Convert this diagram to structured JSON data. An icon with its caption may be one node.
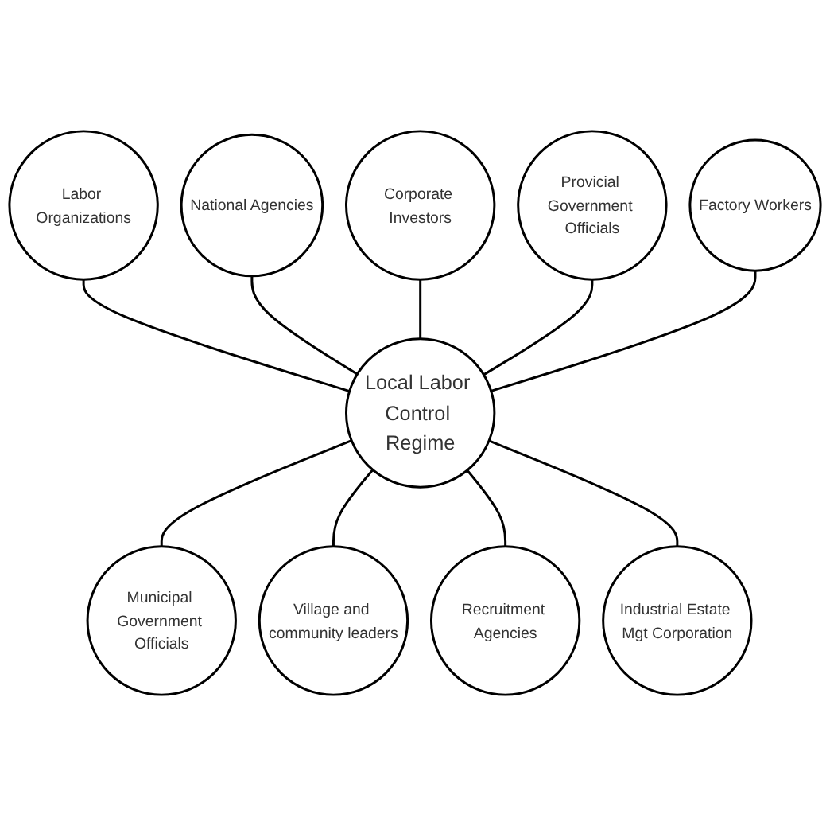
{
  "diagram": {
    "nodes": [
      {
        "text": [
          "Local Labor Control Regime"
        ]
      },
      {
        "text": [
          "National Agencies"
        ]
      },
      {
        "text": [
          "Corporate Investors"
        ]
      },
      {
        "text": [
          "Factory Workers"
        ]
      },
      {
        "text": [
          "Industrial Estate Mgt Corporation"
        ]
      },
      {
        "text": [
          "Recruitment Agencies"
        ]
      },
      {
        "text": [
          "Village and community leaders"
        ]
      },
      {
        "text": [
          "Municipal Government Officials"
        ]
      },
      {
        "text": [
          "Provicial Government Officials"
        ]
      },
      {
        "text": [
          "Labor Organizations"
        ]
      }
    ],
    "edges": [
      {
        "from": 9,
        "to": 0,
        "arrow": "none"
      },
      {
        "from": 1,
        "to": 0,
        "arrow": "none"
      },
      {
        "from": 2,
        "to": 0,
        "arrow": "none"
      },
      {
        "from": 8,
        "to": 0,
        "arrow": "none"
      },
      {
        "from": 3,
        "to": 0,
        "arrow": "none"
      },
      {
        "from": 0,
        "to": 7,
        "arrow": "none"
      },
      {
        "from": 0,
        "to": 6,
        "arrow": "none"
      },
      {
        "from": 0,
        "to": 5,
        "arrow": "none"
      },
      {
        "from": 0,
        "to": 4,
        "arrow": "none"
      }
    ]
  }
}
